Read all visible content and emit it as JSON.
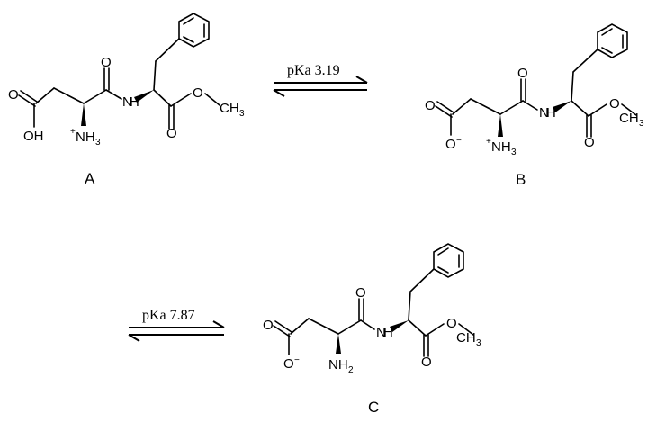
{
  "equilibria": [
    {
      "label": "pKa 3.19"
    },
    {
      "label": "pKa 7.87"
    }
  ],
  "compounds": [
    {
      "id": "A",
      "atoms": {
        "o1": "O",
        "oh": "OH",
        "amine": "NH",
        "amine_sub": "3",
        "amine_charge": "+",
        "carbonyl_o": "O",
        "nh": "N",
        "nh_h": "H",
        "ester_o": "O",
        "ester_or": "O",
        "methyl": "CH",
        "methyl_sub": "3"
      }
    },
    {
      "id": "B",
      "atoms": {
        "o1": "O",
        "o_minus": "O",
        "o_charge": "−",
        "amine": "NH",
        "amine_sub": "3",
        "amine_charge": "+",
        "carbonyl_o": "O",
        "nh": "N",
        "nh_h": "H",
        "ester_o": "O",
        "ester_or": "O",
        "methyl": "CH",
        "methyl_sub": "3"
      }
    },
    {
      "id": "C",
      "atoms": {
        "o1": "O",
        "o_minus": "O",
        "o_charge": "−",
        "amine": "NH",
        "amine_sub": "2",
        "carbonyl_o": "O",
        "nh": "N",
        "nh_h": "H",
        "ester_o": "O",
        "ester_or": "O",
        "methyl": "CH",
        "methyl_sub": "3"
      }
    }
  ]
}
